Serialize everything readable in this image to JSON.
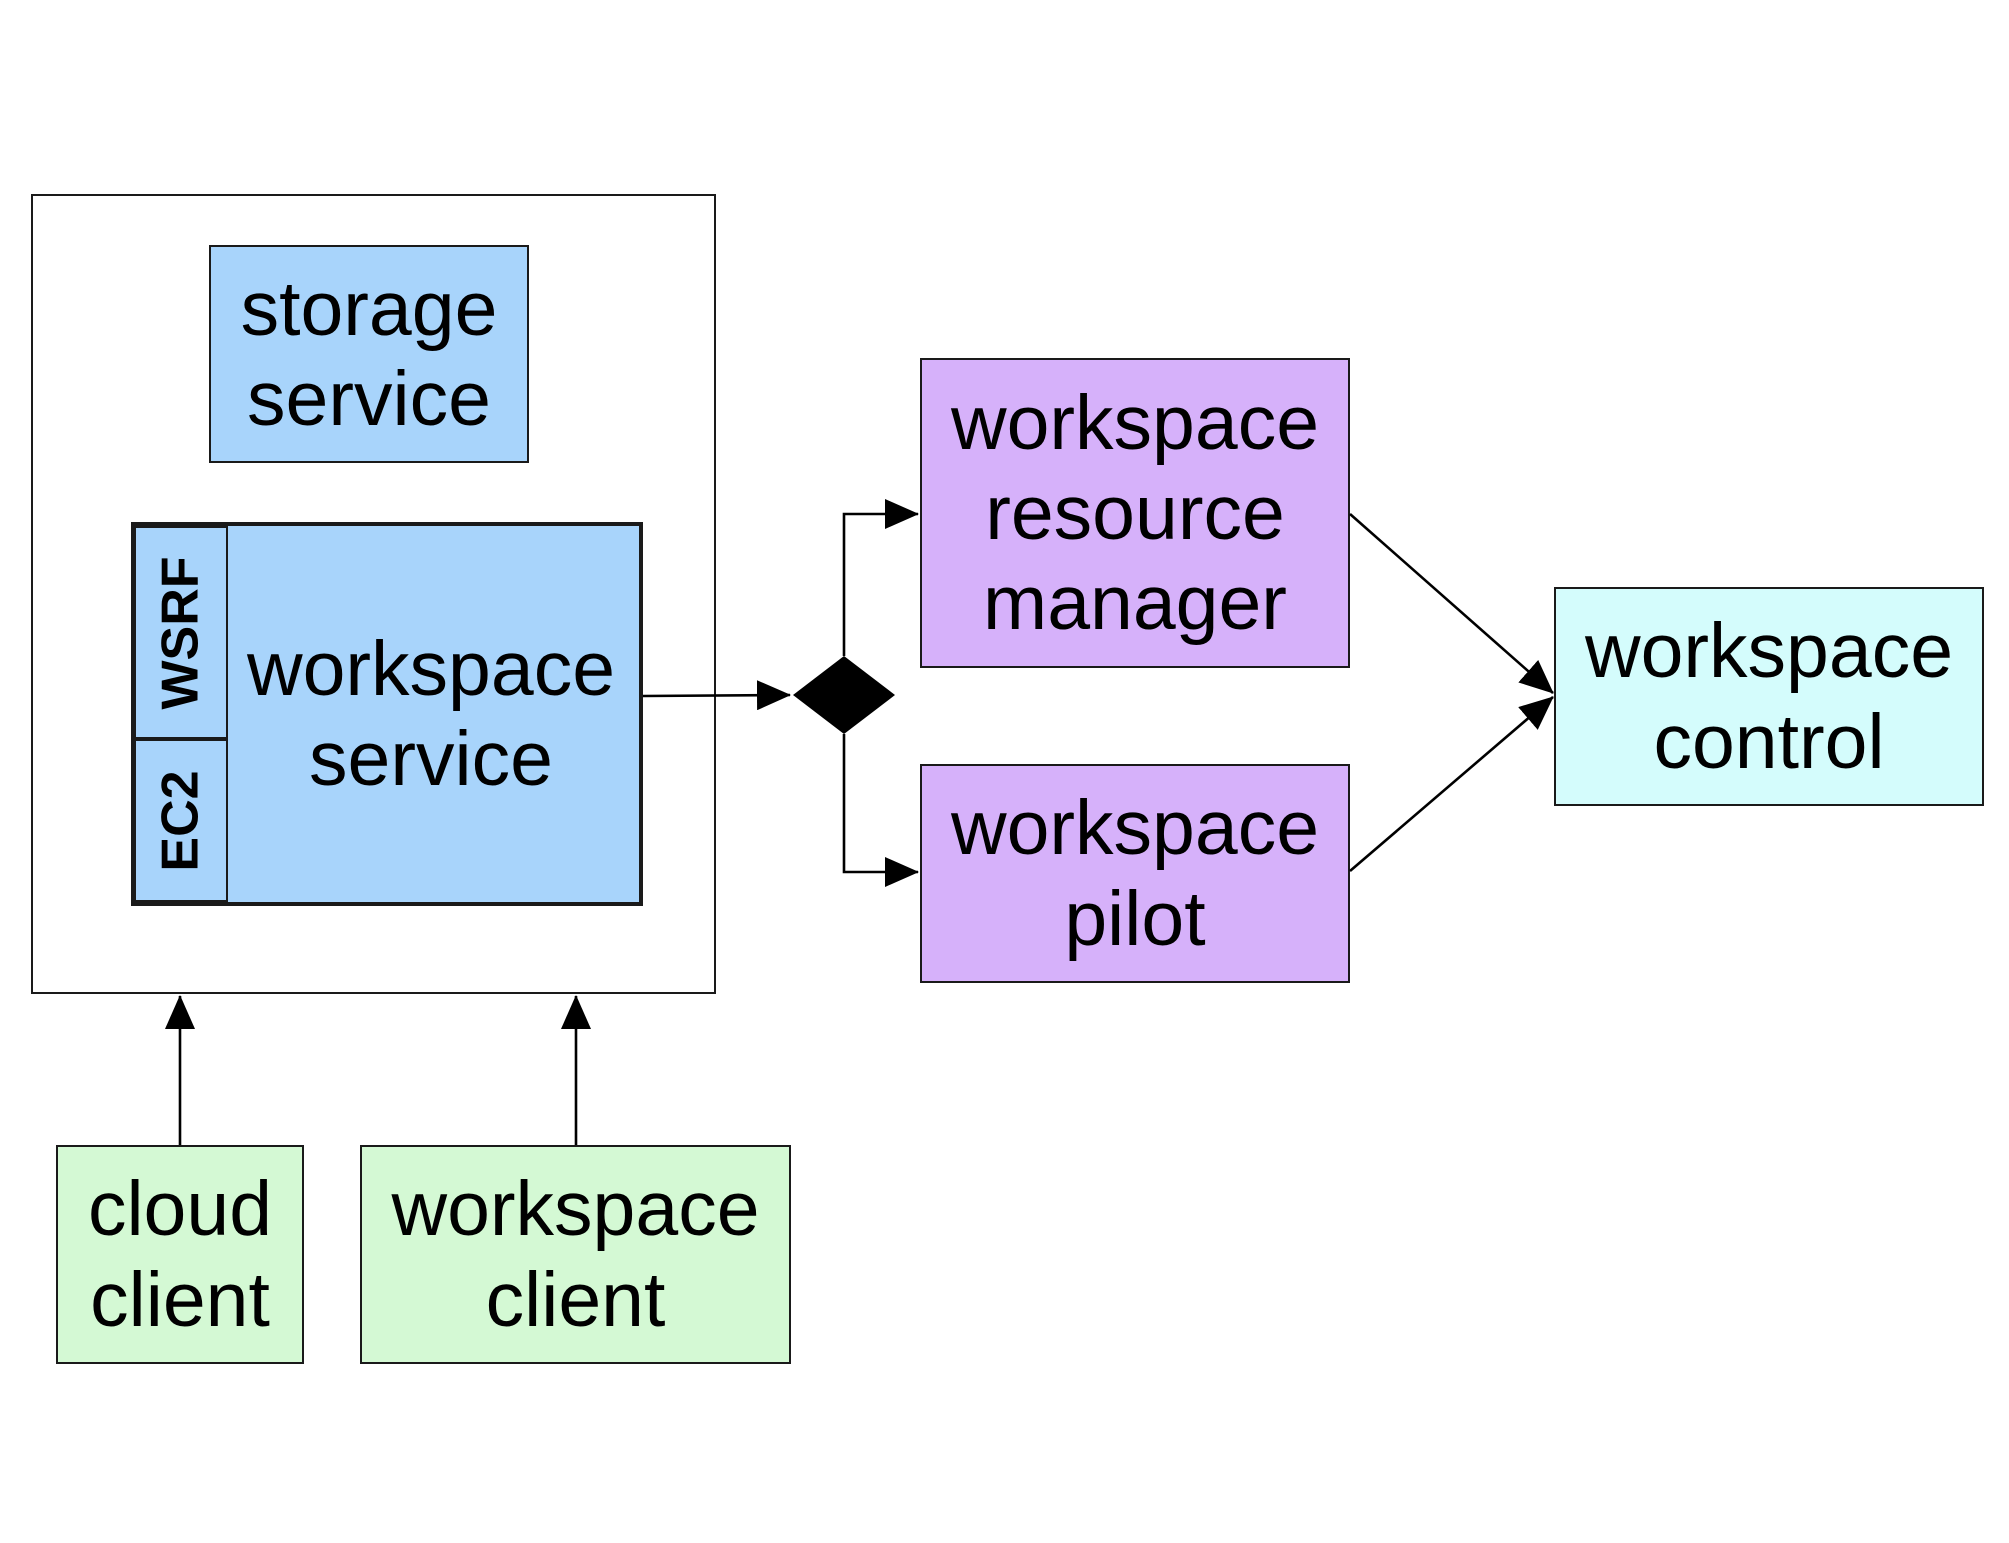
{
  "colors": {
    "storage_service": "#a8d4fb",
    "workspace_service": "#a8d4fb",
    "workspace_resource_manager": "#d6b1fa",
    "workspace_pilot": "#d6b1fa",
    "workspace_control": "#d4fcfc",
    "cloud_client": "#d4f9d4",
    "workspace_client": "#d4f9d4",
    "border": "#1a1a1a"
  },
  "nodes": {
    "storage_service": {
      "line1": "storage",
      "line2": "service"
    },
    "workspace_service": {
      "line1": "workspace",
      "line2": "service",
      "tab_wsrf": "WSRF",
      "tab_ec2": "EC2"
    },
    "workspace_resource_manager": {
      "line1": "workspace",
      "line2": "resource",
      "line3": "manager"
    },
    "workspace_pilot": {
      "line1": "workspace",
      "line2": "pilot"
    },
    "workspace_control": {
      "line1": "workspace",
      "line2": "control"
    },
    "cloud_client": {
      "line1": "cloud",
      "line2": "client"
    },
    "workspace_client": {
      "line1": "workspace",
      "line2": "client"
    }
  },
  "edges": [
    {
      "from": "workspace_service",
      "to": "decision"
    },
    {
      "from": "decision",
      "to": "workspace_resource_manager"
    },
    {
      "from": "decision",
      "to": "workspace_pilot"
    },
    {
      "from": "workspace_resource_manager",
      "to": "workspace_control"
    },
    {
      "from": "workspace_pilot",
      "to": "workspace_control"
    },
    {
      "from": "cloud_client",
      "to": "service_container"
    },
    {
      "from": "workspace_client",
      "to": "service_container"
    }
  ]
}
